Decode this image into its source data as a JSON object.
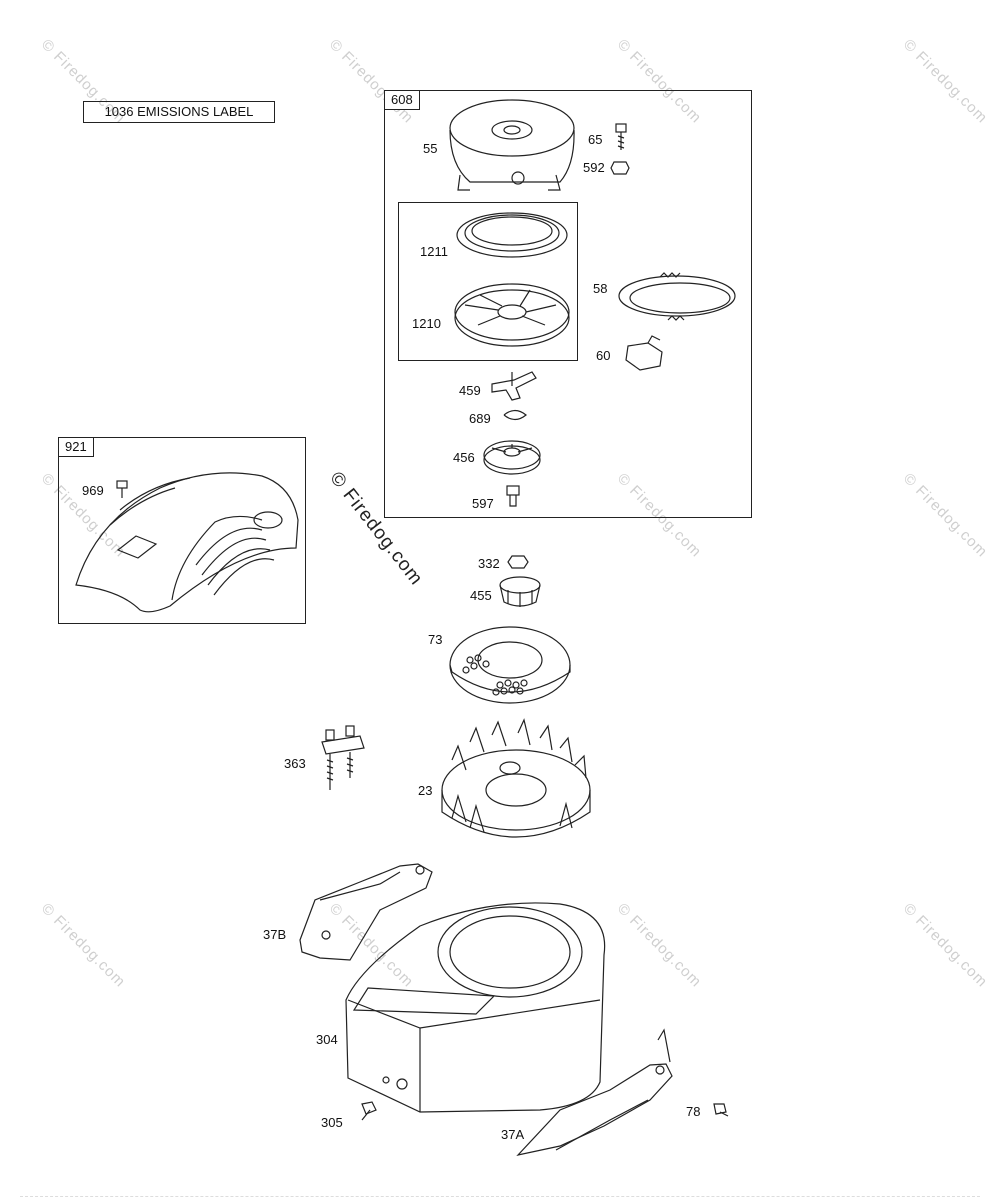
{
  "emissions_label": "1036 EMISSIONS LABEL",
  "boxes": {
    "group_608": "608",
    "group_921": "921"
  },
  "watermark": {
    "text": "© Firedog.com"
  },
  "parts": {
    "p55": "55",
    "p65": "65",
    "p592": "592",
    "p1211": "1211",
    "p1210": "1210",
    "p58": "58",
    "p60": "60",
    "p459": "459",
    "p689": "689",
    "p456": "456",
    "p597": "597",
    "p969": "969",
    "p332": "332",
    "p455": "455",
    "p73": "73",
    "p363": "363",
    "p23": "23",
    "p37b": "37B",
    "p304": "304",
    "p305": "305",
    "p37a": "37A",
    "p78": "78"
  }
}
